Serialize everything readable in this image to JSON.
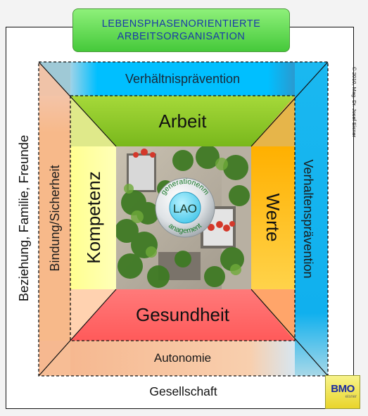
{
  "title": {
    "line1": "LEBENSPHASENORIENTIERTE",
    "line2": "ARBEITSORGANISATION"
  },
  "outer": {
    "left": "Beziehung, Familie, Freunde",
    "bottom": "Gesellschaft"
  },
  "ring": {
    "top": "Verhältnisprävention",
    "right": "Verhaltensprävention",
    "bottom": "Autonomie",
    "left": "Bindung/Sicherheit"
  },
  "core": {
    "top": "Arbeit",
    "left": "Kompetenz",
    "right": "Werte",
    "bottom": "Gesundheit"
  },
  "center": {
    "badge": "LAO",
    "arc_top": "generationenm",
    "arc_bottom": "anagement"
  },
  "copyright": "© 2010, Mag. Dr. Josef Eisner",
  "logo": {
    "text": "BMO",
    "sub": "eisner"
  },
  "colors": {
    "title_green": "#5fd94a",
    "top_band": "#00bfff",
    "right_band": "#0fb0ee",
    "bottom_band": "#f7c9a4",
    "left_band": "#f7b98a",
    "arbeit": "#8bc82a",
    "kompetenz": "#ffff99",
    "werte": "#ffc000",
    "gesundheit": "#ff6b6b",
    "title_text": "#1a3aa8"
  }
}
